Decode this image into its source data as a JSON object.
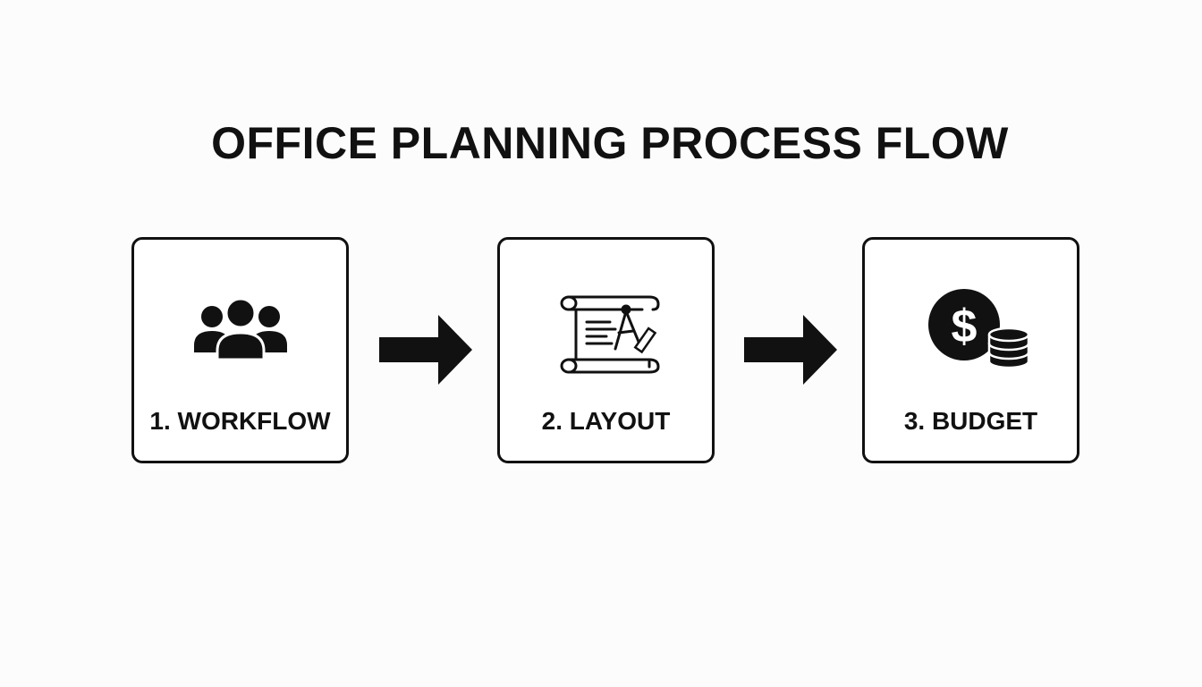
{
  "title": "OFFICE PLANNING PROCESS FLOW",
  "steps": [
    {
      "label": "1. WORKFLOW",
      "icon": "people-group-icon"
    },
    {
      "label": "2. LAYOUT",
      "icon": "blueprint-compass-icon"
    },
    {
      "label": "3. BUDGET",
      "icon": "dollar-coins-icon"
    }
  ],
  "connectors": [
    {
      "icon": "arrow-right-icon"
    },
    {
      "icon": "arrow-right-icon"
    }
  ],
  "colors": {
    "background": "#fcfcfc",
    "ink": "#111111",
    "box_fill": "#ffffff"
  }
}
